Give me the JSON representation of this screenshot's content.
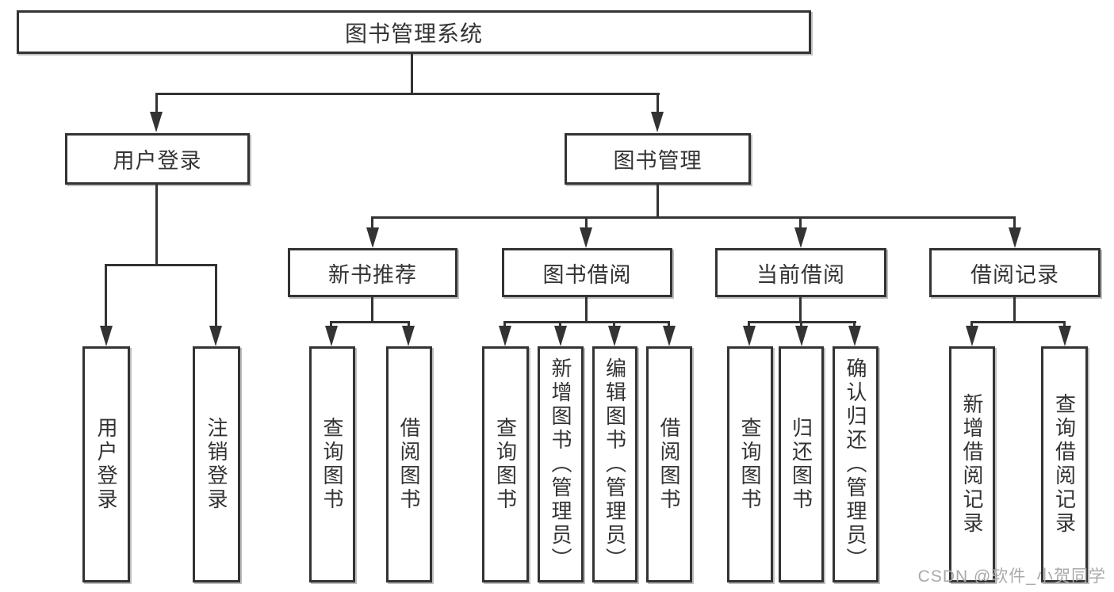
{
  "title": "图书管理系统",
  "tree": {
    "label": "图书管理系统",
    "children": [
      {
        "label": "用户登录",
        "children": [
          {
            "label": "用户登录"
          },
          {
            "label": "注销登录"
          }
        ]
      },
      {
        "label": "图书管理",
        "children": [
          {
            "label": "新书推荐",
            "children": [
              {
                "label": "查询图书"
              },
              {
                "label": "借阅图书"
              }
            ]
          },
          {
            "label": "图书借阅",
            "children": [
              {
                "label": "查询图书"
              },
              {
                "label": "新增图书（管理员）"
              },
              {
                "label": "编辑图书（管理员）"
              },
              {
                "label": "借阅图书"
              }
            ]
          },
          {
            "label": "当前借阅",
            "children": [
              {
                "label": "查询图书"
              },
              {
                "label": "归还图书"
              },
              {
                "label": "确认归还（管理员）"
              }
            ]
          },
          {
            "label": "借阅记录",
            "children": [
              {
                "label": "新增借阅记录"
              },
              {
                "label": "查询借阅记录"
              }
            ]
          }
        ]
      }
    ]
  },
  "watermark": "CSDN @软件_小贺同学",
  "colors": {
    "line": "#333333",
    "box_fill": "#ffffff",
    "watermark": "#a9a9a9"
  }
}
